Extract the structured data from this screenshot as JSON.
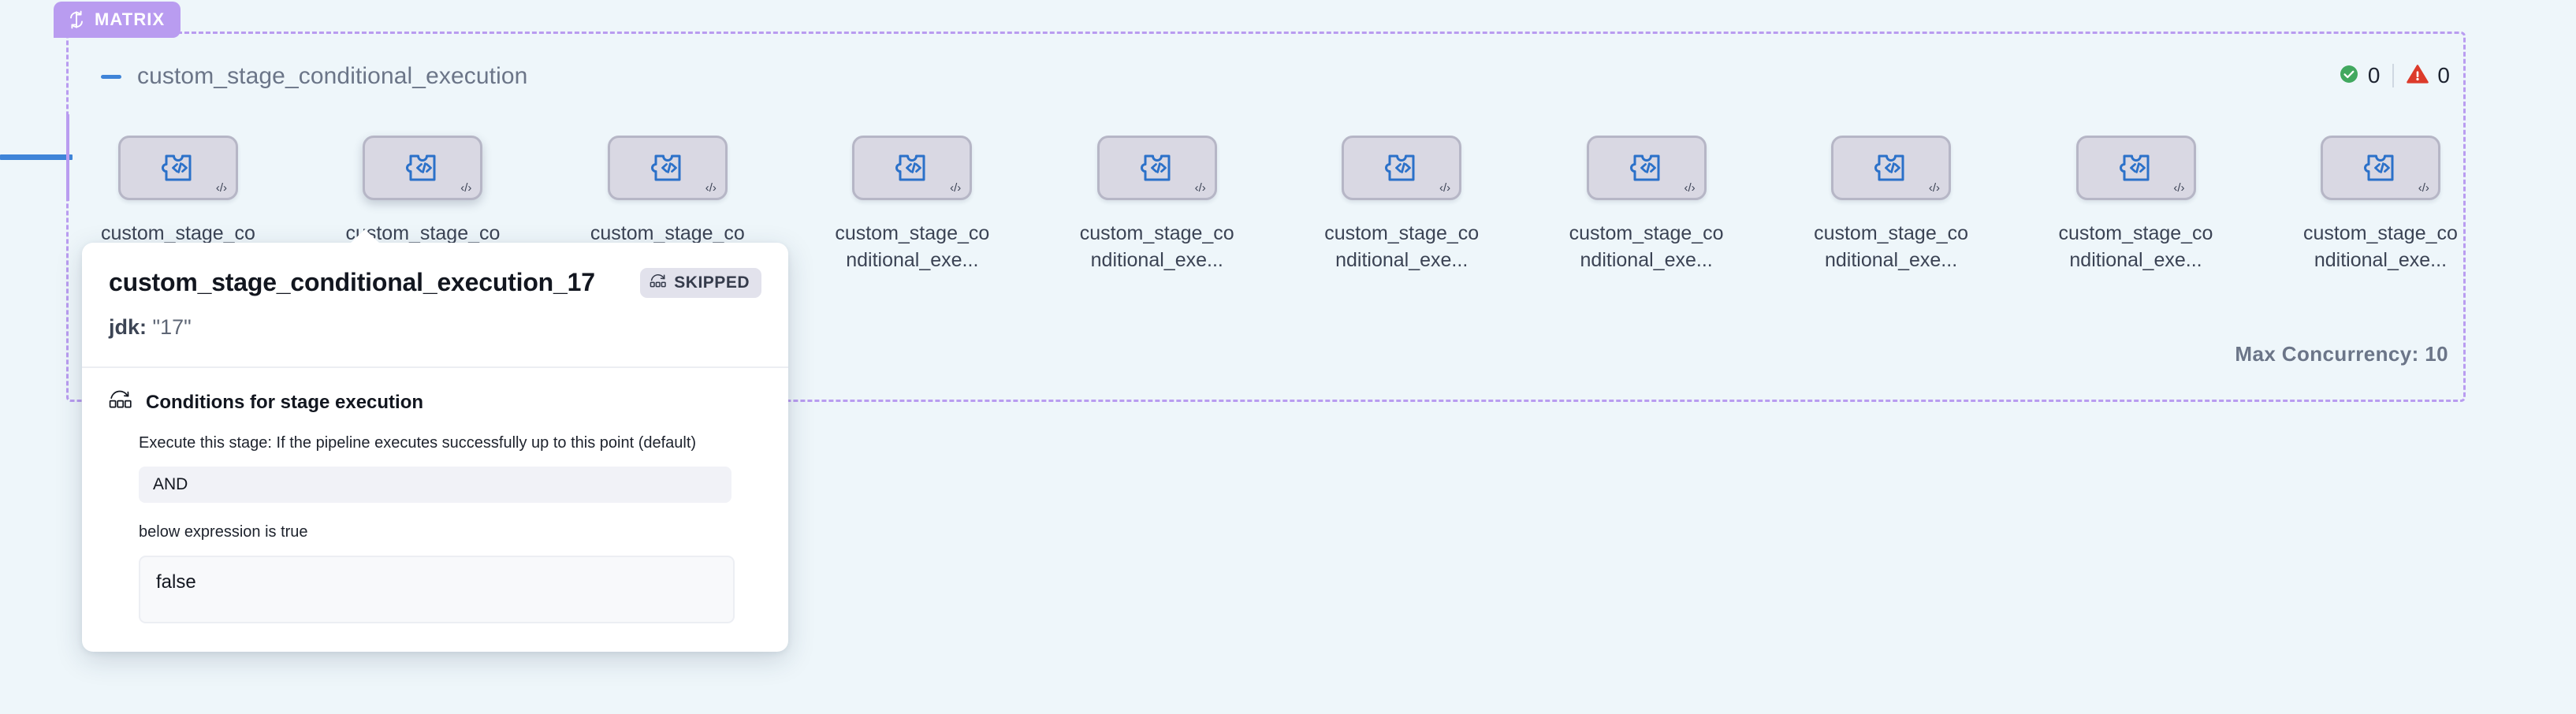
{
  "group": {
    "badge_label": "MATRIX",
    "badge_icon": "loop-arrows-icon",
    "title": "custom_stage_conditional_execution",
    "collapse_icon": "minus-collapse-icon",
    "max_concurrency_label": "Max Concurrency: 10",
    "accent_color": "#b99cf0",
    "background_color": "#eef6fa"
  },
  "status": {
    "success_icon": "check-circle-icon",
    "success_count": "0",
    "warning_icon": "warning-triangle-icon",
    "warning_count": "0",
    "success_color": "#41a85f",
    "warning_color": "#dc3b2b"
  },
  "nodes": [
    {
      "label": "custom_stage_conditional_exe...",
      "icon": "code-puzzle-icon",
      "corner_icon": "code-tag-icon",
      "hovered": false
    },
    {
      "label": "custom_stage_conditional_exe...",
      "icon": "code-puzzle-icon",
      "corner_icon": "code-tag-icon",
      "hovered": true
    },
    {
      "label": "custom_stage_conditional_exe...",
      "icon": "code-puzzle-icon",
      "corner_icon": "code-tag-icon",
      "hovered": false
    },
    {
      "label": "custom_stage_conditional_exe...",
      "icon": "code-puzzle-icon",
      "corner_icon": "code-tag-icon",
      "hovered": false
    },
    {
      "label": "custom_stage_conditional_exe...",
      "icon": "code-puzzle-icon",
      "corner_icon": "code-tag-icon",
      "hovered": false
    },
    {
      "label": "custom_stage_conditional_exe...",
      "icon": "code-puzzle-icon",
      "corner_icon": "code-tag-icon",
      "hovered": false
    },
    {
      "label": "custom_stage_conditional_exe...",
      "icon": "code-puzzle-icon",
      "corner_icon": "code-tag-icon",
      "hovered": false
    },
    {
      "label": "custom_stage_conditional_exe...",
      "icon": "code-puzzle-icon",
      "corner_icon": "code-tag-icon",
      "hovered": false
    },
    {
      "label": "custom_stage_conditional_exe...",
      "icon": "code-puzzle-icon",
      "corner_icon": "code-tag-icon",
      "hovered": false
    },
    {
      "label": "custom_stage_conditional_exe...",
      "icon": "code-puzzle-icon",
      "corner_icon": "code-tag-icon",
      "hovered": false
    }
  ],
  "popover": {
    "title": "custom_stage_conditional_execution_17",
    "status_badge": {
      "label": "SKIPPED",
      "icon": "skip-arc-icon"
    },
    "matrix_key": "jdk:",
    "matrix_value": "\"17\"",
    "conditions": {
      "icon": "conditional-execution-icon",
      "heading": "Conditions for stage execution",
      "description": "Execute this stage: If the pipeline executes successfully up to this point (default)",
      "operator": "AND",
      "sub_label": "below expression is true",
      "expression": "false"
    }
  }
}
